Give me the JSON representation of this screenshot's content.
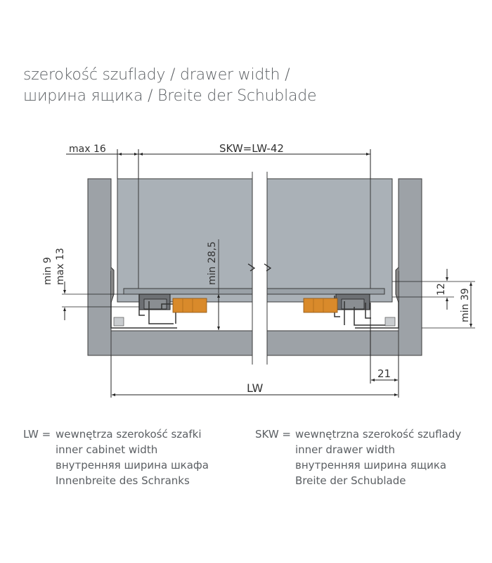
{
  "title": {
    "line1": "szerokość szuflady / drawer width /",
    "line2": "ширина ящика / Breite der Schublade"
  },
  "dimensions": {
    "max16": "max 16",
    "skw": "SKW=LW-42",
    "min9": "min 9",
    "max13": "max 13",
    "min28_5": "min 28,5",
    "d12": "12",
    "min39": "min 39",
    "d21": "21",
    "lw": "LW"
  },
  "colors": {
    "cabinet": "#9da2a7",
    "drawer": "#aab1b7",
    "roller": "#d98a2b",
    "line": "#2b2b2b",
    "text": "#5b5f63"
  },
  "legend": {
    "lw": {
      "key": "LW =",
      "lines": [
        "wewnętrza szerokość szafki",
        "inner cabinet width",
        "внутренняя ширина шкафа",
        "Innenbreite des Schranks"
      ]
    },
    "skw": {
      "key": "SKW =",
      "lines": [
        "wewnętrzna szerokość szuflady",
        "inner drawer width",
        "внутренняя ширина ящика",
        "Breite der Schublade"
      ]
    }
  }
}
